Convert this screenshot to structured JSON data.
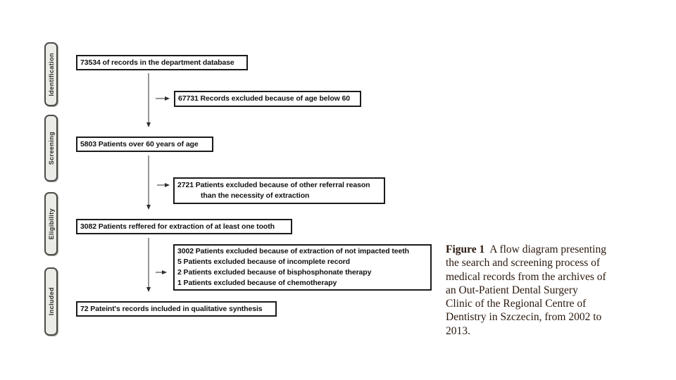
{
  "stages": [
    "Identification",
    "Screening",
    "Eligibility",
    "Included"
  ],
  "flow": {
    "database_box": "73534 of records in the department database",
    "excluded_age_box": "67731 Records excluded because of age below 60",
    "over60_box": "5803 Patients over 60 years of age",
    "excluded_referral_box": {
      "line1": "2721 Patients excluded because of other referral reason",
      "line2": "than the necessity of extraction"
    },
    "referred_box": "3082 Patients reffered for extraction of at least one tooth",
    "excluded_other_box": {
      "line1": "3002 Patients excluded because of extraction of not impacted teeth",
      "line2": "5 Patients excluded because of incomplete record",
      "line3": "2 Patients excluded because of bisphosphonate therapy",
      "line4": "1 Patients excluded because of chemotherapy"
    },
    "included_box": "72 Pateint's records included in qualitative synthesis"
  },
  "caption": {
    "label": "Figure 1",
    "lines": [
      "A flow diagram presenting",
      "the search and screening process of",
      "medical records from the archives of",
      "an Out-Patient Dental Surgery",
      "Clinic of the Regional Centre of",
      "Dentistry in Szczecin, from 2002 to",
      "2013."
    ]
  },
  "colors": {
    "box_border": "#1b1b1b",
    "tab_fill": "#ebebe8",
    "tab_border": "#4b4b48",
    "arrow": "#2e2e2e",
    "caption_text": "#2a180d"
  }
}
